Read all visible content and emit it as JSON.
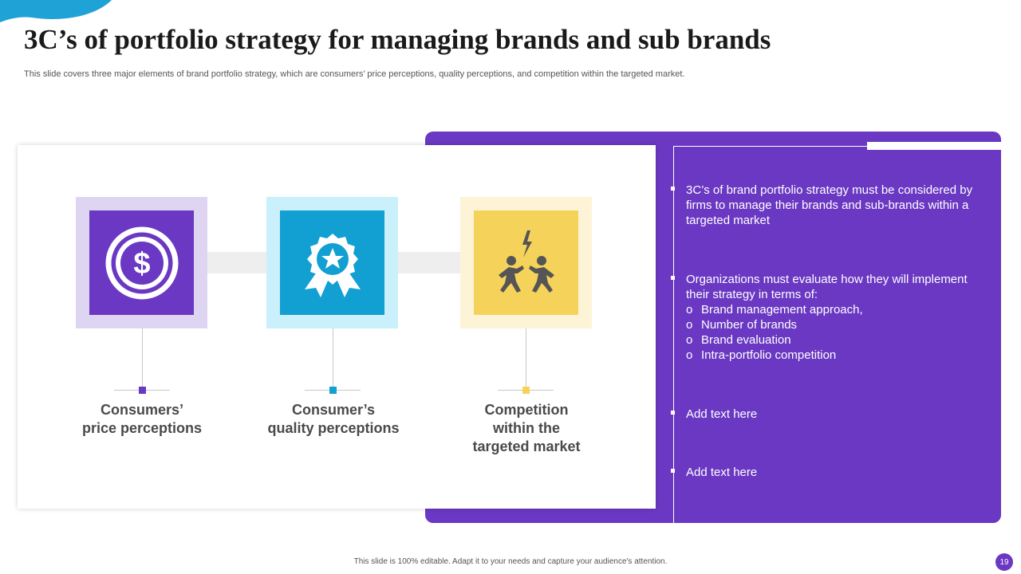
{
  "slide": {
    "title": "3C’s of portfolio strategy for managing brands and sub brands",
    "subtitle": "This slide covers three major elements of brand portfolio strategy, which are consumers’ price perceptions, quality perceptions, and  competition within the targeted market.",
    "footer": "This slide is 100% editable.  Adapt it to your needs and capture your audience's attention.",
    "page_number": "19"
  },
  "colors": {
    "primary_purple": "#6a38c2",
    "corner_blue": "#1fa2d6",
    "tile1_outer": "#ded5f2",
    "tile1_inner": "#6a38c2",
    "tile2_outer": "#c9f0fb",
    "tile2_inner": "#129fd1",
    "tile3_outer": "#fdf3d6",
    "tile3_inner": "#f5d35a"
  },
  "elements": [
    {
      "label_line1": "Consumers’",
      "label_line2": "price perceptions",
      "icon": "dollar-coin-icon"
    },
    {
      "label_line1": "Consumer’s",
      "label_line2": "quality perceptions",
      "icon": "award-badge-icon"
    },
    {
      "label_line1": "Competition",
      "label_line2": "within the",
      "label_line3": "targeted market",
      "icon": "people-fighting-icon"
    }
  ],
  "panel": {
    "bullet1": "3C’s of brand portfolio strategy must be considered by firms to manage their brands and sub-brands within a targeted market",
    "bullet2": {
      "text": "Organizations must evaluate  how they will implement their strategy in terms of:",
      "sub_marker": "o",
      "sub_items": [
        "Brand management approach,",
        "Number of brands",
        "Brand evaluation",
        "Intra-portfolio  competition"
      ]
    },
    "bullet3": "Add text here",
    "bullet4": "Add text here"
  }
}
